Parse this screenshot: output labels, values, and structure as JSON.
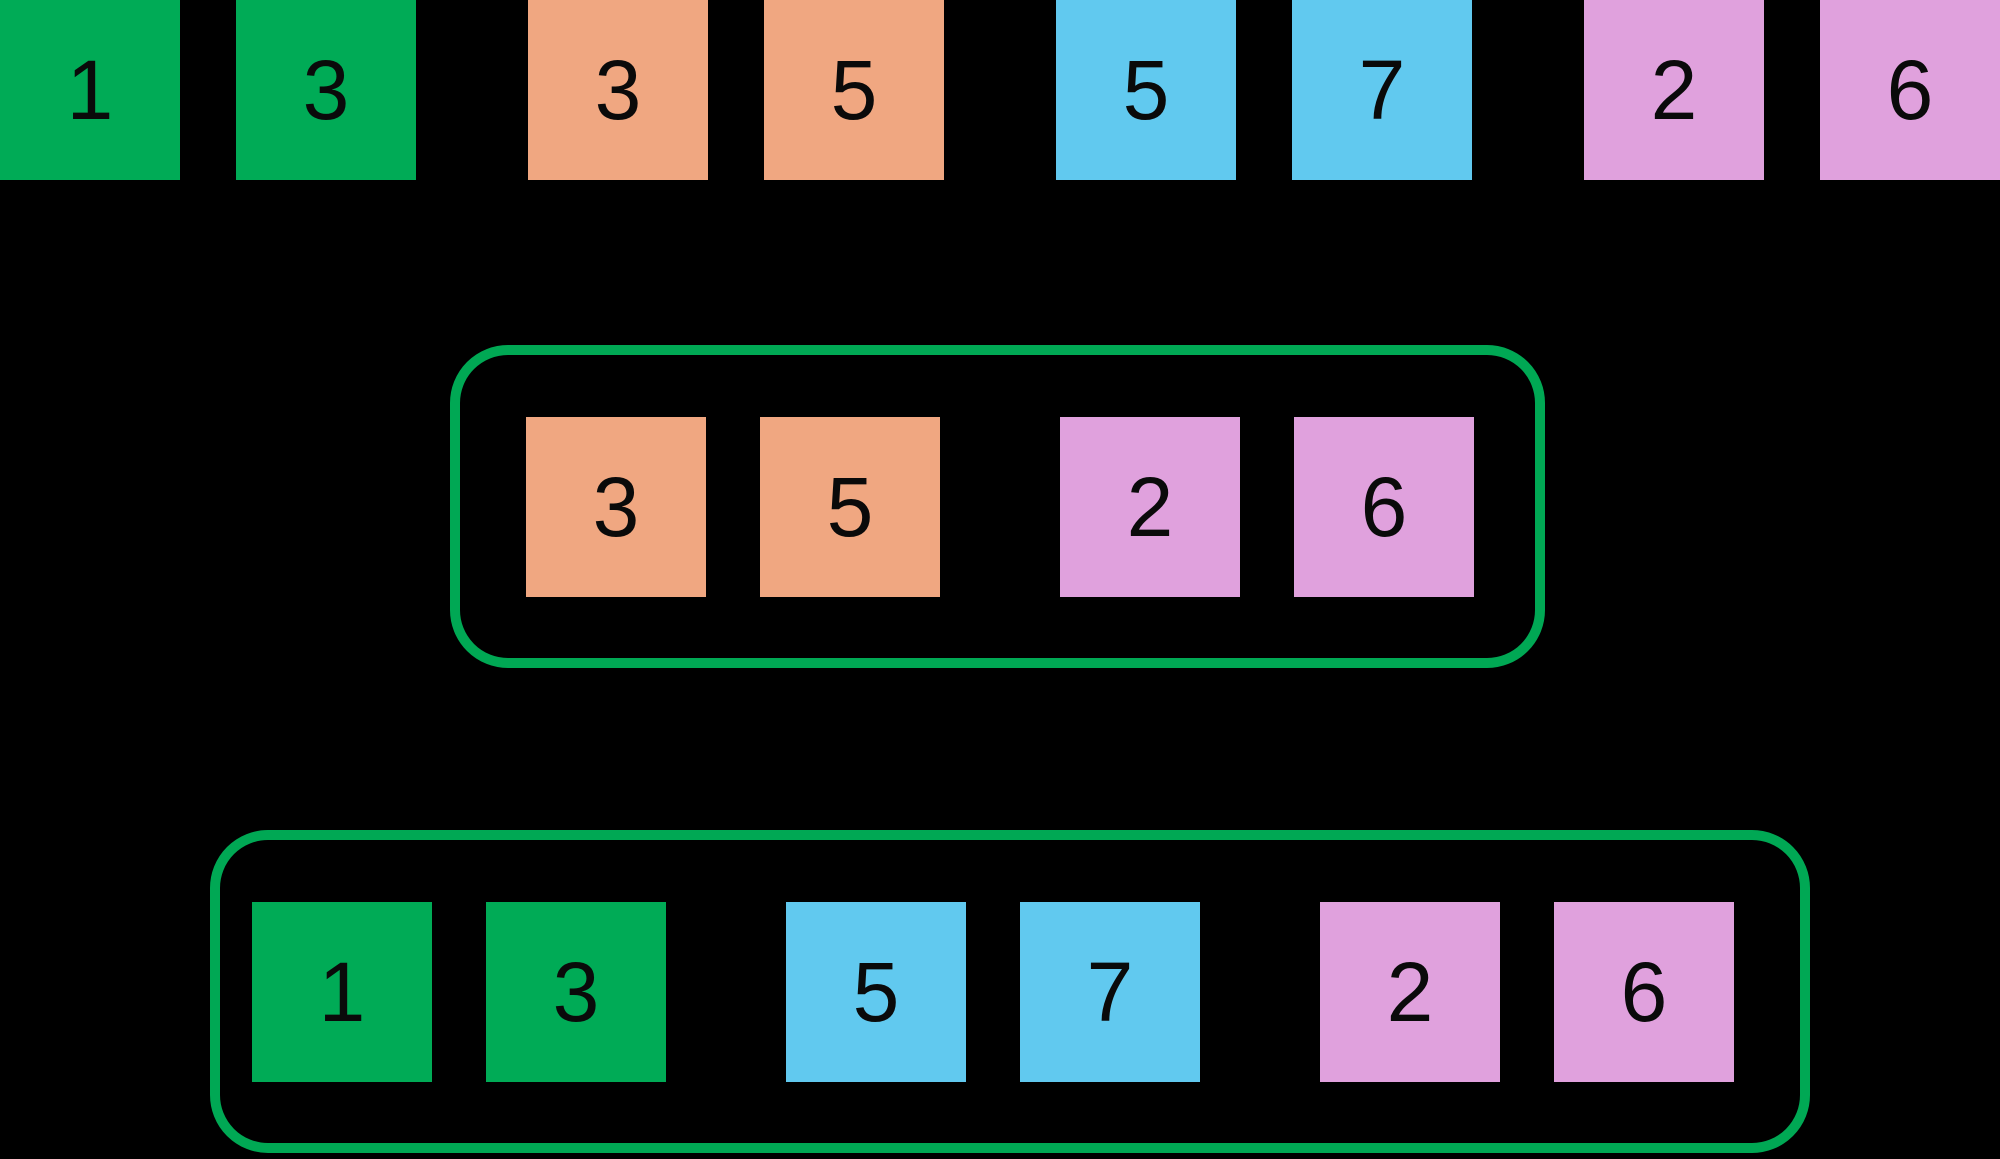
{
  "diagram": {
    "background": "#000000",
    "digit_color": "#0a0a0a",
    "box_border_color": "#00A854",
    "colors": {
      "green": "#00AB56",
      "orange": "#F0A781",
      "blue": "#61C9EF",
      "pink": "#E0A1DD"
    },
    "top_row": {
      "pairs": [
        {
          "color": "green",
          "values": [
            "1",
            "3"
          ]
        },
        {
          "color": "orange",
          "values": [
            "3",
            "5"
          ]
        },
        {
          "color": "blue",
          "values": [
            "5",
            "7"
          ]
        },
        {
          "color": "pink",
          "values": [
            "2",
            "6"
          ]
        }
      ]
    },
    "middle_box": {
      "pairs": [
        {
          "color": "orange",
          "values": [
            "3",
            "5"
          ]
        },
        {
          "color": "pink",
          "values": [
            "2",
            "6"
          ]
        }
      ]
    },
    "bottom_box": {
      "pairs": [
        {
          "color": "green",
          "values": [
            "1",
            "3"
          ]
        },
        {
          "color": "blue",
          "values": [
            "5",
            "7"
          ]
        },
        {
          "color": "pink",
          "values": [
            "2",
            "6"
          ]
        }
      ]
    }
  }
}
